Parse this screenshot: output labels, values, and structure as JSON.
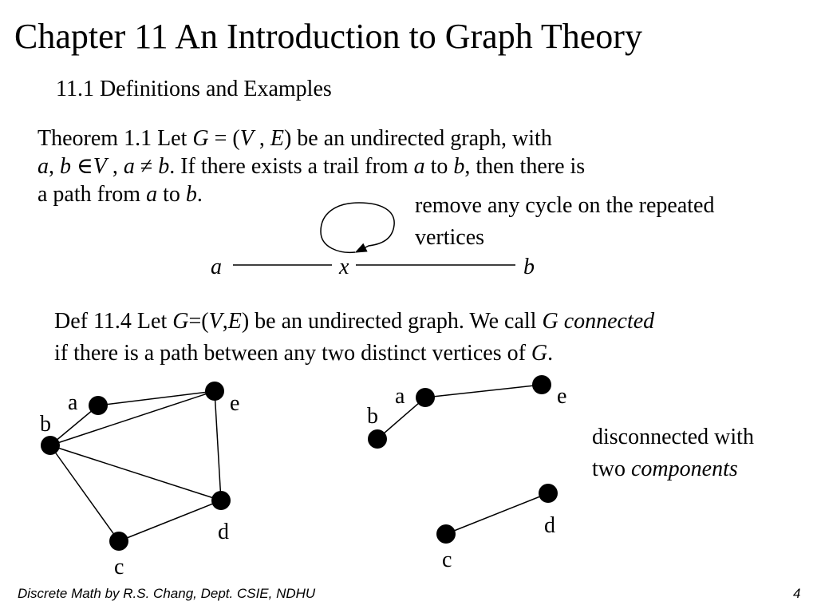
{
  "slide": {
    "title": "Chapter 11 An Introduction to Graph Theory",
    "section": "11.1 Definitions and Examples"
  },
  "theorem": {
    "l1_a": "Theorem 1.1 Let ",
    "l1_G": "G",
    "l1_b": " = (",
    "l1_V": "V",
    "l1_c": " , ",
    "l1_E": "E",
    "l1_d": ") be an undirected graph,  with",
    "l2_a": "a",
    "l2_b": ", ",
    "l2_bv": "b",
    "l2_c": " ∈",
    "l2_V": "V",
    "l2_d": " , ",
    "l2_a2": "a",
    "l2_e": " ≠ ",
    "l2_b2": "b",
    "l2_f": ".  If there exists a trail from ",
    "l2_a3": "a",
    "l2_g": " to ",
    "l2_b3": "b",
    "l2_h": ",  then there is",
    "l3_a": "a path from ",
    "l3_av": "a",
    "l3_b": " to ",
    "l3_bv": "b",
    "l3_c": "."
  },
  "trail_note": {
    "line1": "remove any cycle on the repeated",
    "line2": "vertices"
  },
  "trail_diagram": {
    "labels": [
      "a",
      "x",
      "b"
    ]
  },
  "definition": {
    "a": "Def 11.4 Let ",
    "G": "G",
    "b": "=(",
    "V": "V",
    "c": ",",
    "E": "E",
    "d": ") be an undirected graph. We call ",
    "G2": "G",
    "e": " ",
    "connected": "connected",
    "line2_a": "if there is a path between any two distinct vertices of ",
    "G3": "G",
    "line2_b": "."
  },
  "graph_connected": {
    "vertices": [
      "a",
      "b",
      "c",
      "d",
      "e"
    ],
    "edges": [
      [
        "a",
        "b"
      ],
      [
        "a",
        "e"
      ],
      [
        "b",
        "e"
      ],
      [
        "b",
        "d"
      ],
      [
        "b",
        "c"
      ],
      [
        "c",
        "d"
      ],
      [
        "e",
        "d"
      ]
    ]
  },
  "graph_disconnected": {
    "vertices": [
      "a",
      "b",
      "c",
      "d",
      "e"
    ],
    "edges": [
      [
        "a",
        "e"
      ],
      [
        "a",
        "b"
      ],
      [
        "c",
        "d"
      ]
    ]
  },
  "disconnected_note": {
    "line1": "disconnected with",
    "line2_a": "two ",
    "line2_components": "components"
  },
  "footer": {
    "text": "Discrete Math by R.S. Chang, Dept. CSIE, NDHU",
    "page": "4"
  }
}
